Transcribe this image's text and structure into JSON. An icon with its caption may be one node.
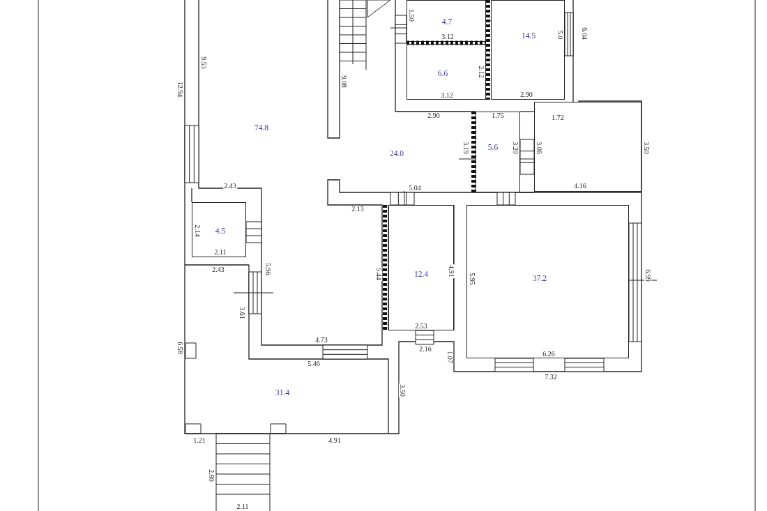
{
  "diagram": {
    "nodes": [
      {
        "text": [
          "74.8"
        ]
      },
      {
        "text": [
          "4.7"
        ]
      },
      {
        "text": [
          "14.5"
        ]
      },
      {
        "text": [
          "6.6"
        ]
      },
      {
        "text": [
          "24.0"
        ]
      },
      {
        "text": [
          "5.6"
        ]
      },
      {
        "text": [],
        "shape": "box"
      },
      {
        "text": [
          "4.5"
        ]
      },
      {
        "text": [
          "12.4"
        ]
      },
      {
        "text": [
          "37.2"
        ]
      },
      {
        "text": [
          "31.4"
        ]
      }
    ],
    "labels": [
      "9.53",
      "12.94",
      "9.08",
      "1.50",
      "3.12",
      "5.0",
      "6.04",
      "2.12",
      "3.12",
      "2.90",
      "2.90",
      "1.75",
      "1.72",
      "3.19",
      "3.20",
      "3.06",
      "3.50",
      "2.43",
      "5.04",
      "4.16",
      "2.13",
      "2.14",
      "2.11",
      "2.43",
      "5.96",
      "5.44",
      "4.91",
      "5.95",
      "6.99",
      "3.61",
      "2.53",
      "4.73",
      "2.16",
      "6.58",
      "1.07",
      "6.26",
      "5.46",
      "7.32",
      "3.50",
      "1.21",
      "4.91",
      "2.80",
      "2.11"
    ]
  }
}
